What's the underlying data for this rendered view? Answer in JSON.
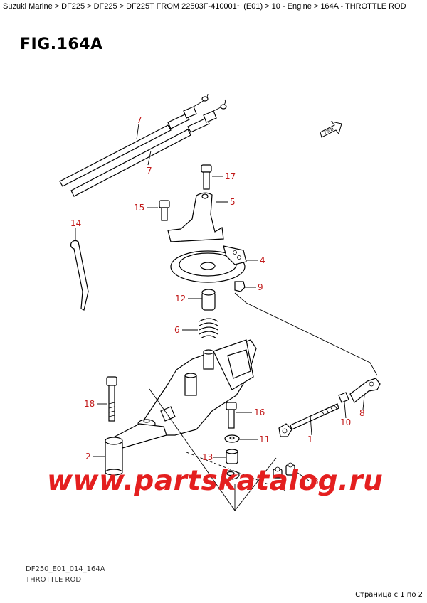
{
  "breadcrumb": [
    "Suzuki Marine",
    "DF225",
    "DF225",
    "DF225T FROM 22503F-410001~ (E01)",
    "10 - Engine",
    "164A - THROTTLE ROD"
  ],
  "figure": {
    "title": "FIG.164A",
    "code": "DF250_E01_014_164A",
    "name": "THROTTLE ROD",
    "fwd_label": "FWD"
  },
  "callouts": {
    "c7a": "7",
    "c7b": "7",
    "c17": "17",
    "c5": "5",
    "c15": "15",
    "c14": "14",
    "c4": "4",
    "c9": "9",
    "c12": "12",
    "c6": "6",
    "c18": "18",
    "c16": "16",
    "c10": "10",
    "c8": "8",
    "c2": "2",
    "c11": "11",
    "c1": "1",
    "c13": "13",
    "c3": "3"
  },
  "watermark": "www.partskatalog.ru",
  "footer": "Страница с 1 по 2",
  "colors": {
    "callout": "#c21a1a",
    "watermark": "#e41f1f"
  }
}
